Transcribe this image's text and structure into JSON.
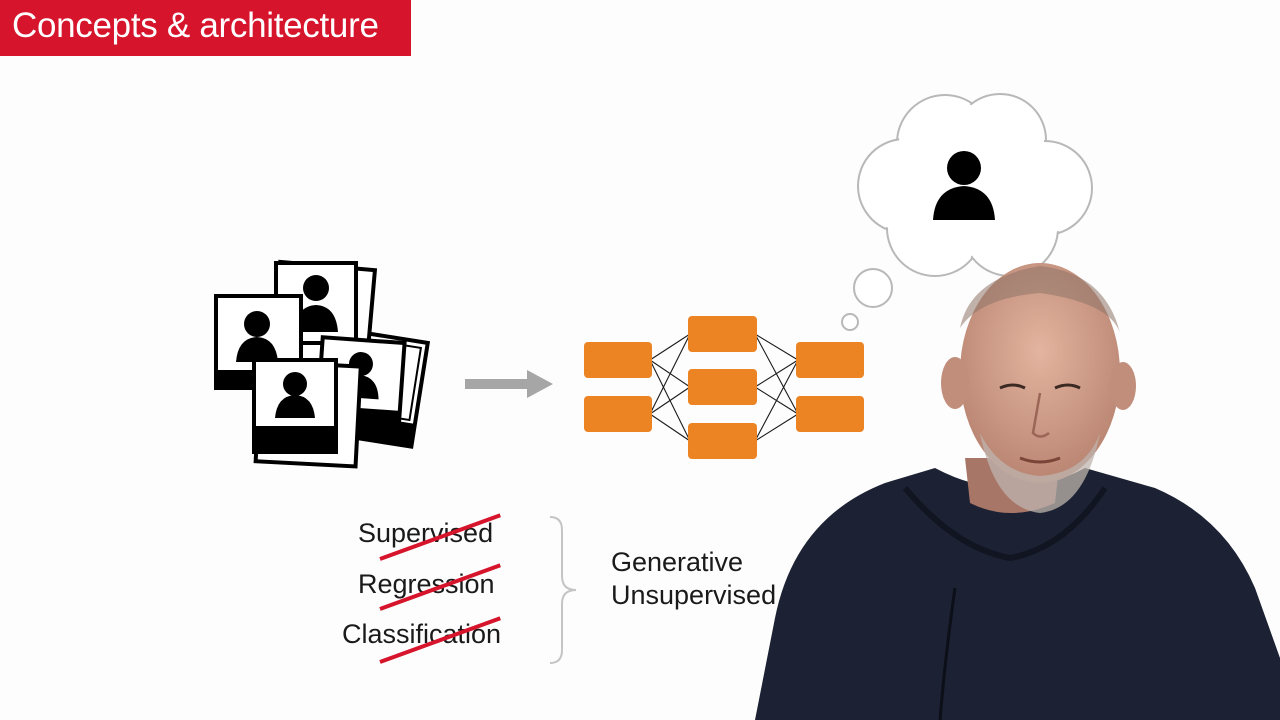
{
  "slide": {
    "title": "Concepts & architecture"
  },
  "figure": {
    "input_icon": "photo-stack-icon",
    "arrow_icon": "arrow-right-icon",
    "network_icon": "neural-network-icon",
    "thought_icon": "thought-bubble-person-icon"
  },
  "terms": {
    "struck": [
      "Supervised",
      "Regression",
      "Classification"
    ],
    "generative": "Generative",
    "unsupervised": "Unsupervised"
  },
  "colors": {
    "banner": "#d6142c",
    "node": "#ec8424",
    "strike": "#d6142c",
    "arrow": "#a6a6a6"
  }
}
